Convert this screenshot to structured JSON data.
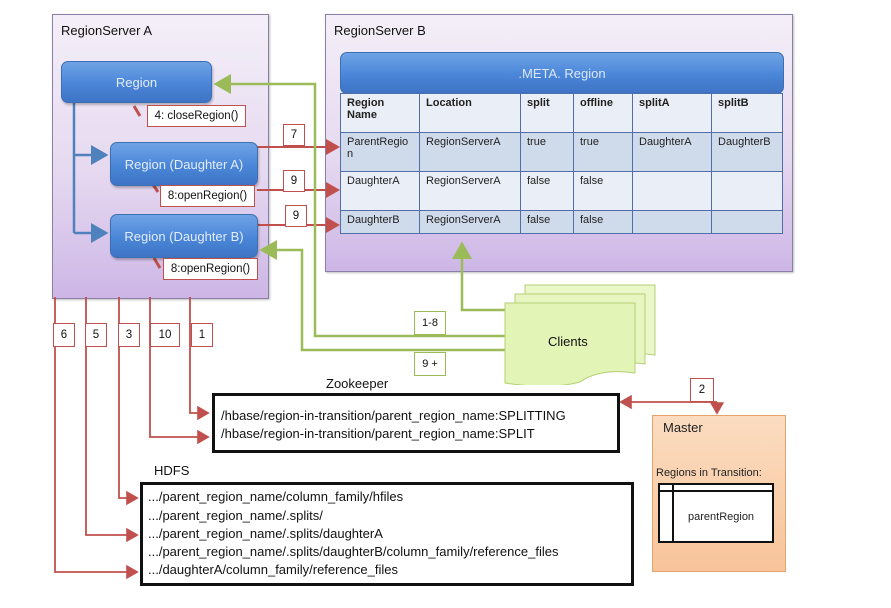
{
  "region_server_a": {
    "title": "RegionServer A",
    "regions": [
      {
        "label": "Region"
      },
      {
        "label": "Region (Daughter A)"
      },
      {
        "label": "Region (Daughter B)"
      }
    ],
    "calls": [
      {
        "label": "4: closeRegion()"
      },
      {
        "label": "8:openRegion()"
      },
      {
        "label": "8:openRegion()"
      }
    ]
  },
  "region_server_b": {
    "title": "RegionServer B",
    "meta_region_label": ".META. Region",
    "table": {
      "columns": [
        "Region Name",
        "Location",
        "split",
        "offline",
        "splitA",
        "splitB"
      ],
      "rows": [
        [
          "ParentRegion",
          "RegionServerA",
          "true",
          "true",
          "DaughterA",
          "DaughterB"
        ],
        [
          "DaughterA",
          "RegionServerA",
          "false",
          "false",
          "",
          ""
        ],
        [
          "DaughterB",
          "RegionServerA",
          "false",
          "false",
          "",
          ""
        ]
      ]
    }
  },
  "step_labels": {
    "to_meta": [
      "7",
      "9",
      "9"
    ],
    "to_storage": [
      "6",
      "5",
      "3",
      "10",
      "1"
    ],
    "clients": [
      "1-8",
      "9 +"
    ],
    "master": "2"
  },
  "clients": {
    "label": "Clients"
  },
  "zookeeper": {
    "title": "Zookeeper",
    "entries": [
      "/hbase/region-in-transition/parent_region_name:SPLITTING",
      "/hbase/region-in-transition/parent_region_name:SPLIT"
    ]
  },
  "hdfs": {
    "title": "HDFS",
    "entries": [
      ".../parent_region_name/column_family/hfiles",
      ".../parent_region_name/.splits/",
      ".../parent_region_name/.splits/daughterA",
      ".../parent_region_name/.splits/daughterB/column_family/reference_files",
      ".../daughterA/column_family/reference_files"
    ]
  },
  "master": {
    "title": "Master",
    "rit_label": "Regions in Transition:",
    "rit_entry": "parentRegion"
  },
  "colors": {
    "red_arrow": "#c0504d",
    "green_arrow": "#9bbb59",
    "blue_arrow": "#4f81bd",
    "region_blue": "#4a86d8",
    "server_purple": "#cdb6e6",
    "clients_green": "#e4f5b8",
    "master_orange": "#f7c49a"
  }
}
